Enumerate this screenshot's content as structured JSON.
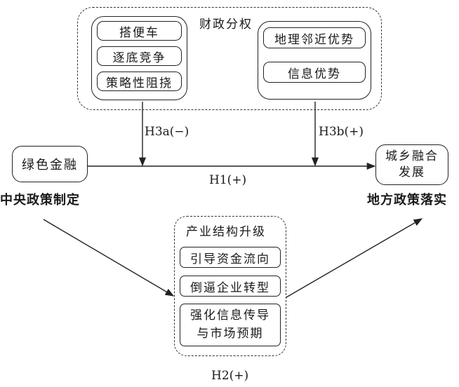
{
  "fiscal": {
    "title": "财政分权",
    "left_items": [
      "搭便车",
      "逐底竞争",
      "策略性阻挠"
    ],
    "right_items": [
      "地理邻近优势",
      "信息优势"
    ]
  },
  "left_node": {
    "label": "绿色金融",
    "caption": "中央政策制定"
  },
  "right_node": {
    "label_line1": "城乡融合",
    "label_line2": "发展",
    "caption": "地方政策落实"
  },
  "industry": {
    "title": "产业结构升级",
    "items": [
      "引导资金流向",
      "倒逼企业转型"
    ],
    "last_item_line1": "强化信息传导",
    "last_item_line2": "与市场预期"
  },
  "hypotheses": {
    "h1": "H1(+)",
    "h2": "H2(+)",
    "h3a": "H3a(−)",
    "h3b": "H3b(+)"
  }
}
